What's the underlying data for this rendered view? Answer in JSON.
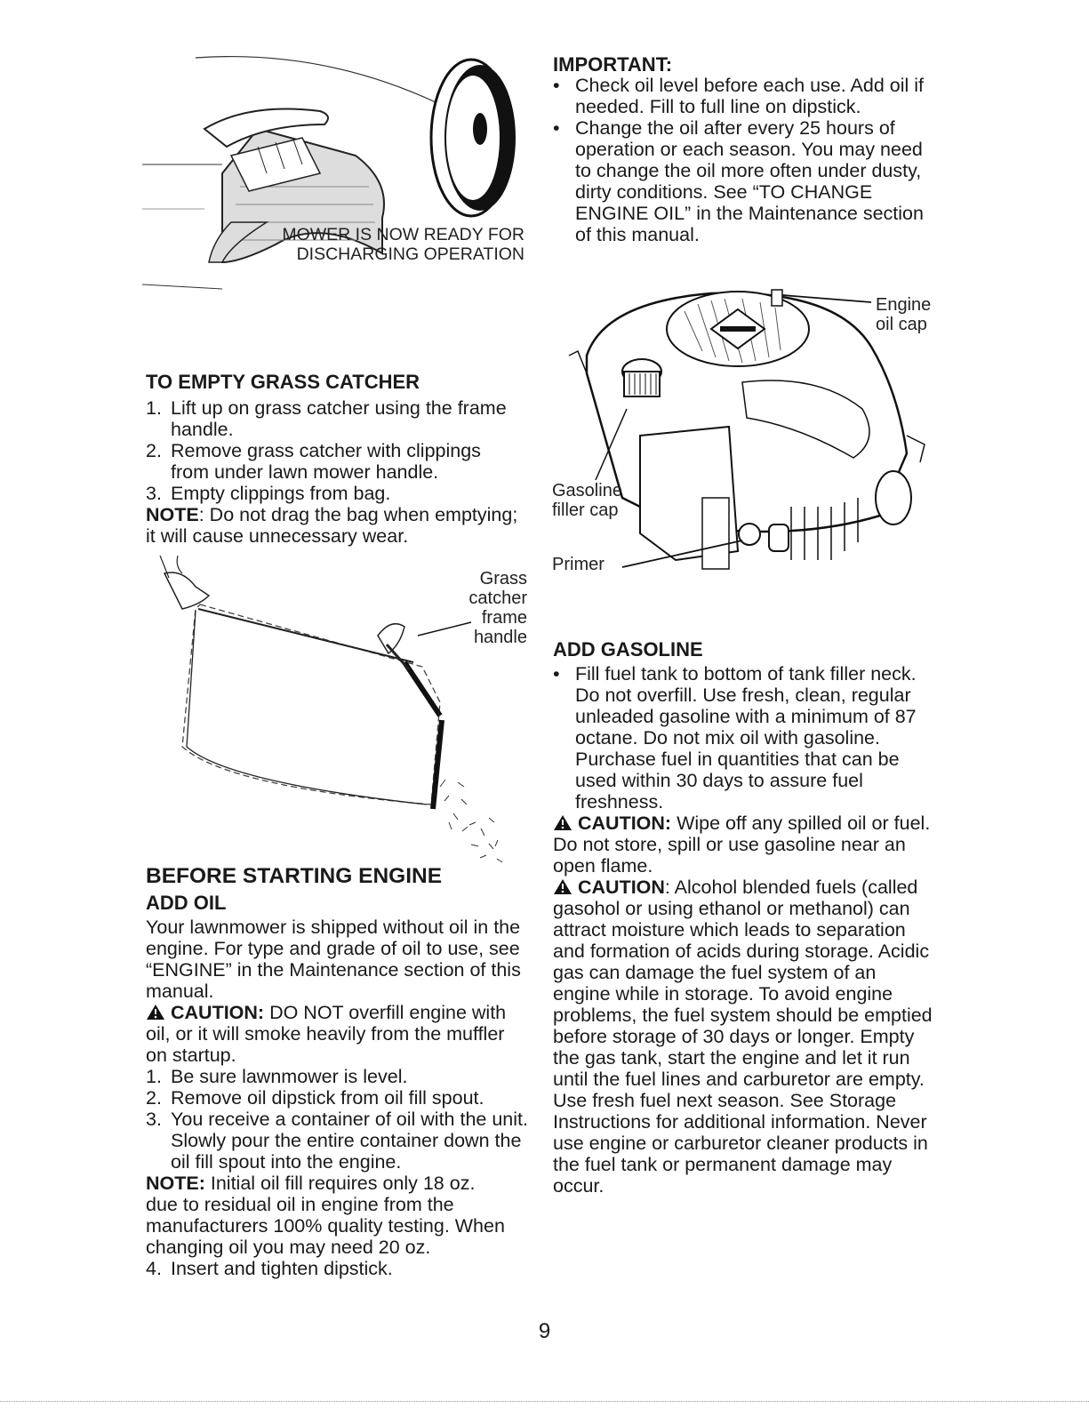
{
  "left_col": {
    "mower_caption": [
      "MOWER IS NOW READY FOR",
      "DISCHARGING OPERATION"
    ],
    "empty_heading": "TO EMPTY GRASS CATCHER",
    "empty_steps": [
      {
        "n": "1.",
        "text": "Lift up on grass catcher using the frame handle."
      },
      {
        "n": "2.",
        "text": "Remove grass catcher with clippings from under lawn mower handle."
      },
      {
        "n": "3.",
        "text": "Empty clippings from bag."
      }
    ],
    "empty_note_label": "NOTE",
    "empty_note_text": ": Do not drag the bag when emptying; it will cause unnecessary wear.",
    "catcher_label": [
      "Grass",
      "catcher",
      "frame",
      "handle"
    ],
    "before_heading": "BEFORE STARTING ENGINE",
    "add_oil_heading": "ADD OIL",
    "add_oil_para": "Your lawnmower is shipped without oil in the engine. For type and grade of oil to use, see “ENGINE” in the Maintenance section of this manual.",
    "oil_caution_label": "CAUTION:",
    "oil_caution_text": " DO NOT overfill engine with oil, or it will smoke heavily from the muffler on startup.",
    "oil_steps": [
      {
        "n": "1.",
        "text": "Be sure lawnmower is level."
      },
      {
        "n": "2.",
        "text": "Remove oil dipstick from oil fill spout."
      },
      {
        "n": "3.",
        "text": "You receive a container of oil with the unit. Slowly pour the entire container down the oil fill spout into the engine."
      }
    ],
    "oil_note_label": "NOTE:",
    "oil_note_text": " Initial oil fill requires only 18 oz. due to residual oil in engine from the manufacturers 100% quality testing. When changing oil you may need 20 oz.",
    "oil_step4": {
      "n": "4.",
      "text": "Insert and tighten dipstick."
    }
  },
  "right_col": {
    "important_heading": "IMPORTANT:",
    "important_bullets": [
      "Check oil level before each use. Add oil if needed. Fill to full line on dipstick.",
      "Change the oil after every 25 hours of operation or each season. You may need to change the oil more often under dusty, dirty conditions. See “TO CHANGE ENGINE OIL” in the Maintenance section of this manual."
    ],
    "engine_labels": {
      "oil_cap": [
        "Engine",
        "oil cap"
      ],
      "filler_cap": [
        "Gasoline",
        "filler cap"
      ],
      "primer": "Primer"
    },
    "add_gas_heading": "ADD GASOLINE",
    "gas_bullet": "Fill fuel tank to bottom of tank filler neck. Do not overfill. Use fresh, clean, regular unleaded gasoline with a minimum of 87 octane. Do not mix oil with gasoline. Purchase fuel in quantities that can be used within 30 days to assure fuel freshness.",
    "caution1_label": "CAUTION:",
    "caution1_text": " Wipe off any spilled oil or fuel. Do not store, spill or use gasoline near an open flame.",
    "caution2_label": "CAUTION",
    "caution2_text": ": Alcohol blended fuels (called gasohol or using ethanol or methanol) can attract moisture which leads to separation and formation of acids during storage. Acidic gas can damage the fuel system of an engine while in storage. To avoid engine problems, the fuel system should be emptied before storage of 30 days or longer. Empty the gas tank, start the engine and let it run until the fuel lines and carburetor are empty. Use fresh fuel next season. See Storage Instructions for additional information. Never use engine or carburetor cleaner products in the fuel tank or permanent damage may occur."
  },
  "page_number": "9"
}
